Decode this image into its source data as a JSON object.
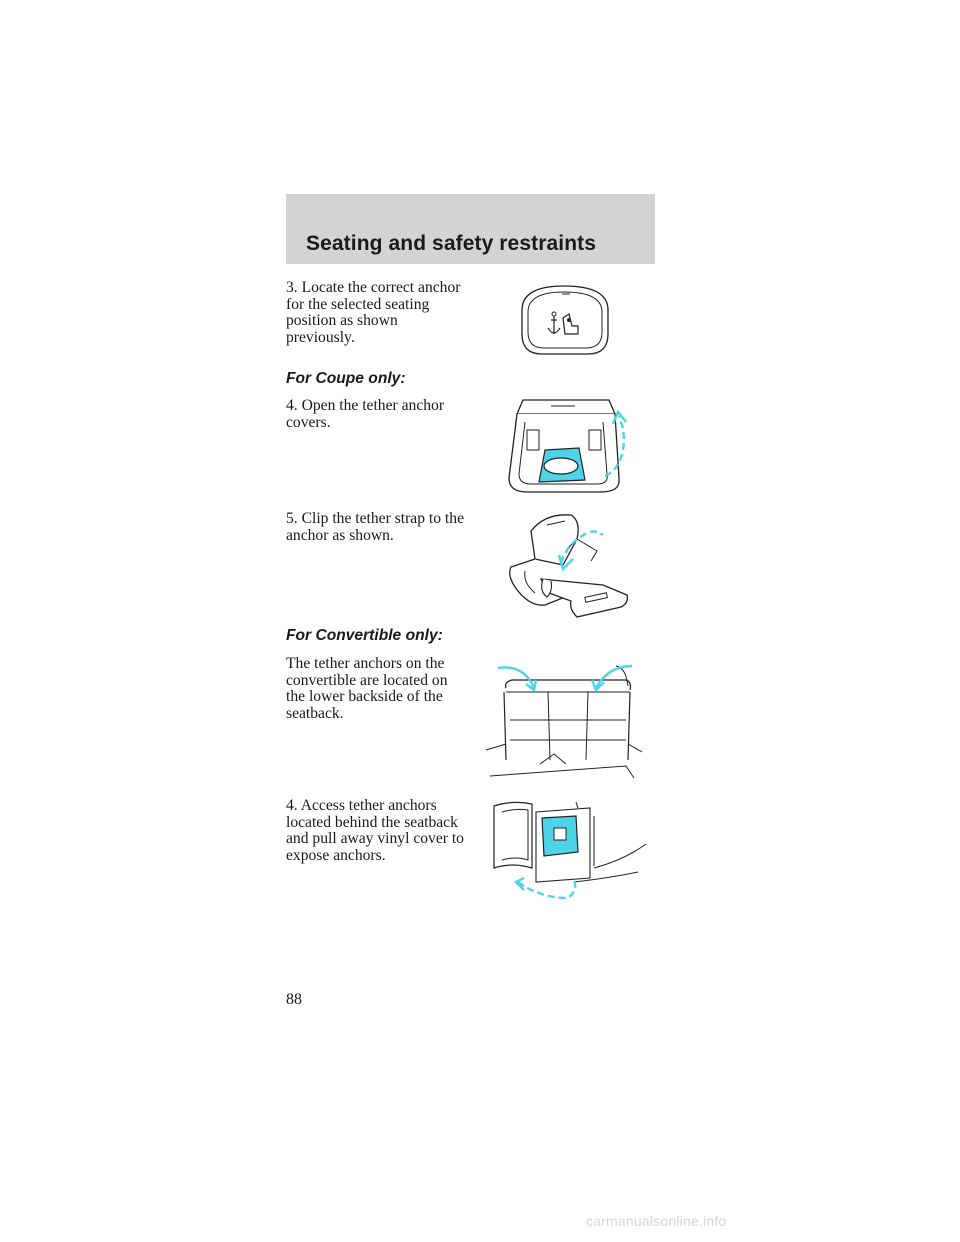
{
  "header": {
    "title": "Seating and safety restraints"
  },
  "steps": {
    "locate_anchor": "3. Locate the correct anchor for the selected seating position as shown previously.",
    "coupe_heading": "For Coupe only:",
    "open_covers": "4. Open the tether anchor covers.",
    "clip_strap": "5. Clip the tether strap to the anchor as shown.",
    "convertible_heading": "For Convertible only:",
    "convertible_location": "The tether anchors on the convertible are located on the lower backside of the seatback.",
    "access_anchors": "4. Access tether anchors located behind the seatback and pull away vinyl cover to expose anchors."
  },
  "illustrations": {
    "accent_color": "#4fd3e8",
    "line_color": "#222222"
  },
  "page": {
    "number": "88"
  },
  "footer": {
    "watermark": "carmanualsonline.info"
  }
}
